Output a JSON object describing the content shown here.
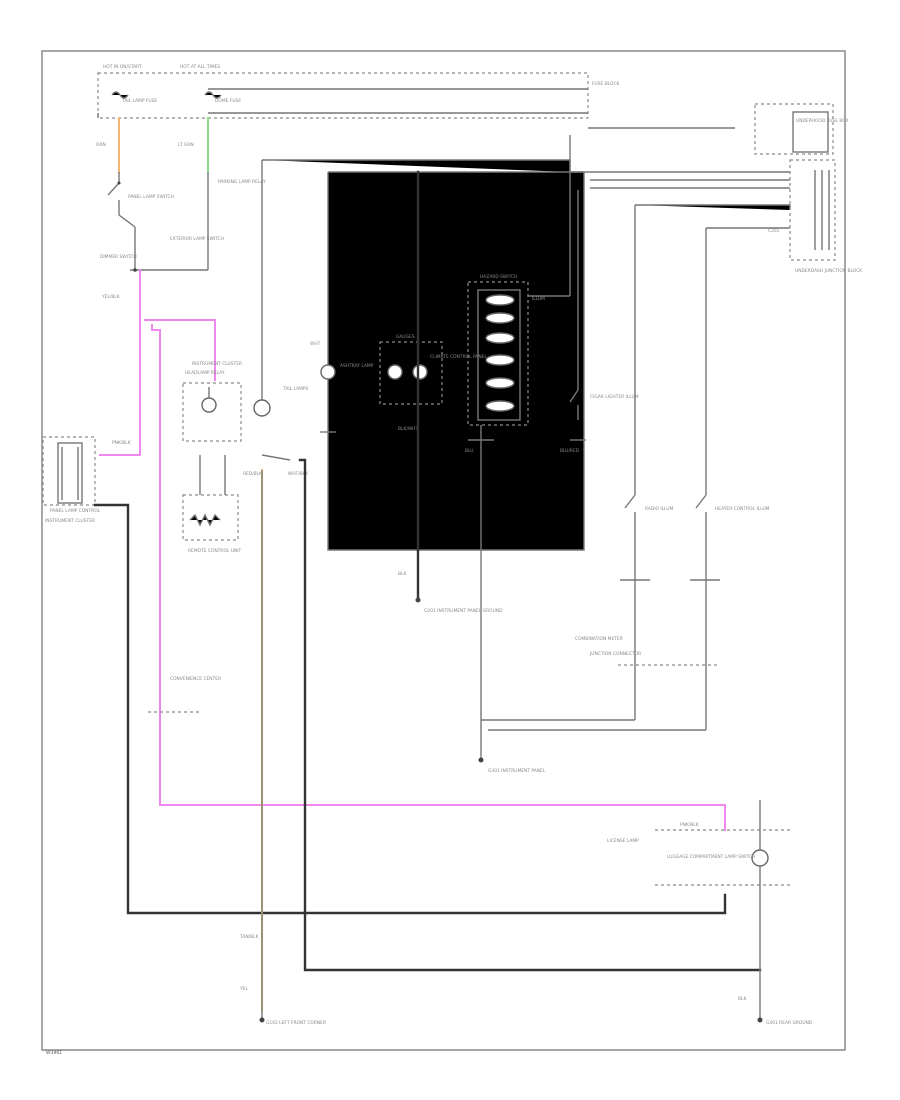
{
  "diagram": {
    "colors": {
      "background": "#ffffff",
      "frame": "#8a8a8a",
      "wire_black": "#555555",
      "wire_pink": "#ee88ee",
      "wire_orange": "#f3b873",
      "wire_green": "#88dd88",
      "wire_yellow": "#f3d36a",
      "label_text": "#8a8a8a"
    },
    "labels": {
      "hot_in_on": "HOT IN ON/START",
      "hot_at_all_times": "HOT AT ALL TIMES",
      "fuse_block": "FUSE BLOCK",
      "fuse_a": "TAIL LAMP FUSE",
      "fuse_b": "DOME FUSE",
      "fuse_box_right": "UNDERHOOD FUSE BOX",
      "wire_orn_top": "ORN",
      "wire_grn_top": "LT GRN",
      "panel_lamp_switch": "PANEL LAMP SWITCH",
      "dimmer_switch": "DIMMER SWITCH",
      "parking_lamp": "PARKING LAMP RELAY",
      "exterior_lamp": "EXTERIOR LAMP SWITCH",
      "yel_blk": "YEL/BLK",
      "pnk_right": "PNK/BLK",
      "instrument_cluster_box": "INSTRUMENT CLUSTER",
      "ic_inner": "PANEL LAMP CONTROL",
      "gauge_label": "GAUGES",
      "ic_left_caption": "INSTRUMENT CLUSTER",
      "relay_label": "HEADLAMP RELAY",
      "relay_caption": "REMOTE CONTROL UNIT",
      "red_blk": "RED/BLK",
      "wht_blk": "WHT/BLK",
      "wht": "WHT",
      "blu": "BLU",
      "blu_red": "BLU/RED",
      "tail_label": "TAIL LAMPS",
      "center_bulb_label": "ASHTRAY LAMP",
      "center_box_label": "CLIMATE CONTROL PANEL",
      "blk_center": "BLK/WHT",
      "blk_center2": "BLK",
      "ground_center": "G201 INSTRUMENT PANEL GROUND",
      "bulb_bank_title": "HAZARD SWITCH",
      "bulb_bank_side": "ILLUM",
      "right_switch_a": "CIGAR LIGHTER ILLUM",
      "right_switch_b": "RADIO ILLUM",
      "right_switch_c": "HEATER CONTROL ILLUM",
      "right_grp_label": "COMBINATION METER",
      "right_box_label": "UNDERDASH JUNCTION BLOCK",
      "right_pins_label": "C201",
      "mid_connector": "JUNCTION CONNECTOR",
      "ground_mid": "G301 INSTRUMENT PANEL",
      "left_connector": "CONVENIENCE CENTER",
      "pnk_blk_left": "PNK/BLK",
      "lower_right_label_a": "LICENSE LAMP",
      "lower_right_label_b": "LUGGAGE COMPARTMENT LAMP SWITCH",
      "blk_br": "BLK",
      "ground_br": "G401 REAR GROUND",
      "ground_bottom": "G102 LEFT FRONT CORNER",
      "tan_blk": "TAN/BLK",
      "yel_bottom": "YEL",
      "diagram_id": "W3961"
    }
  }
}
